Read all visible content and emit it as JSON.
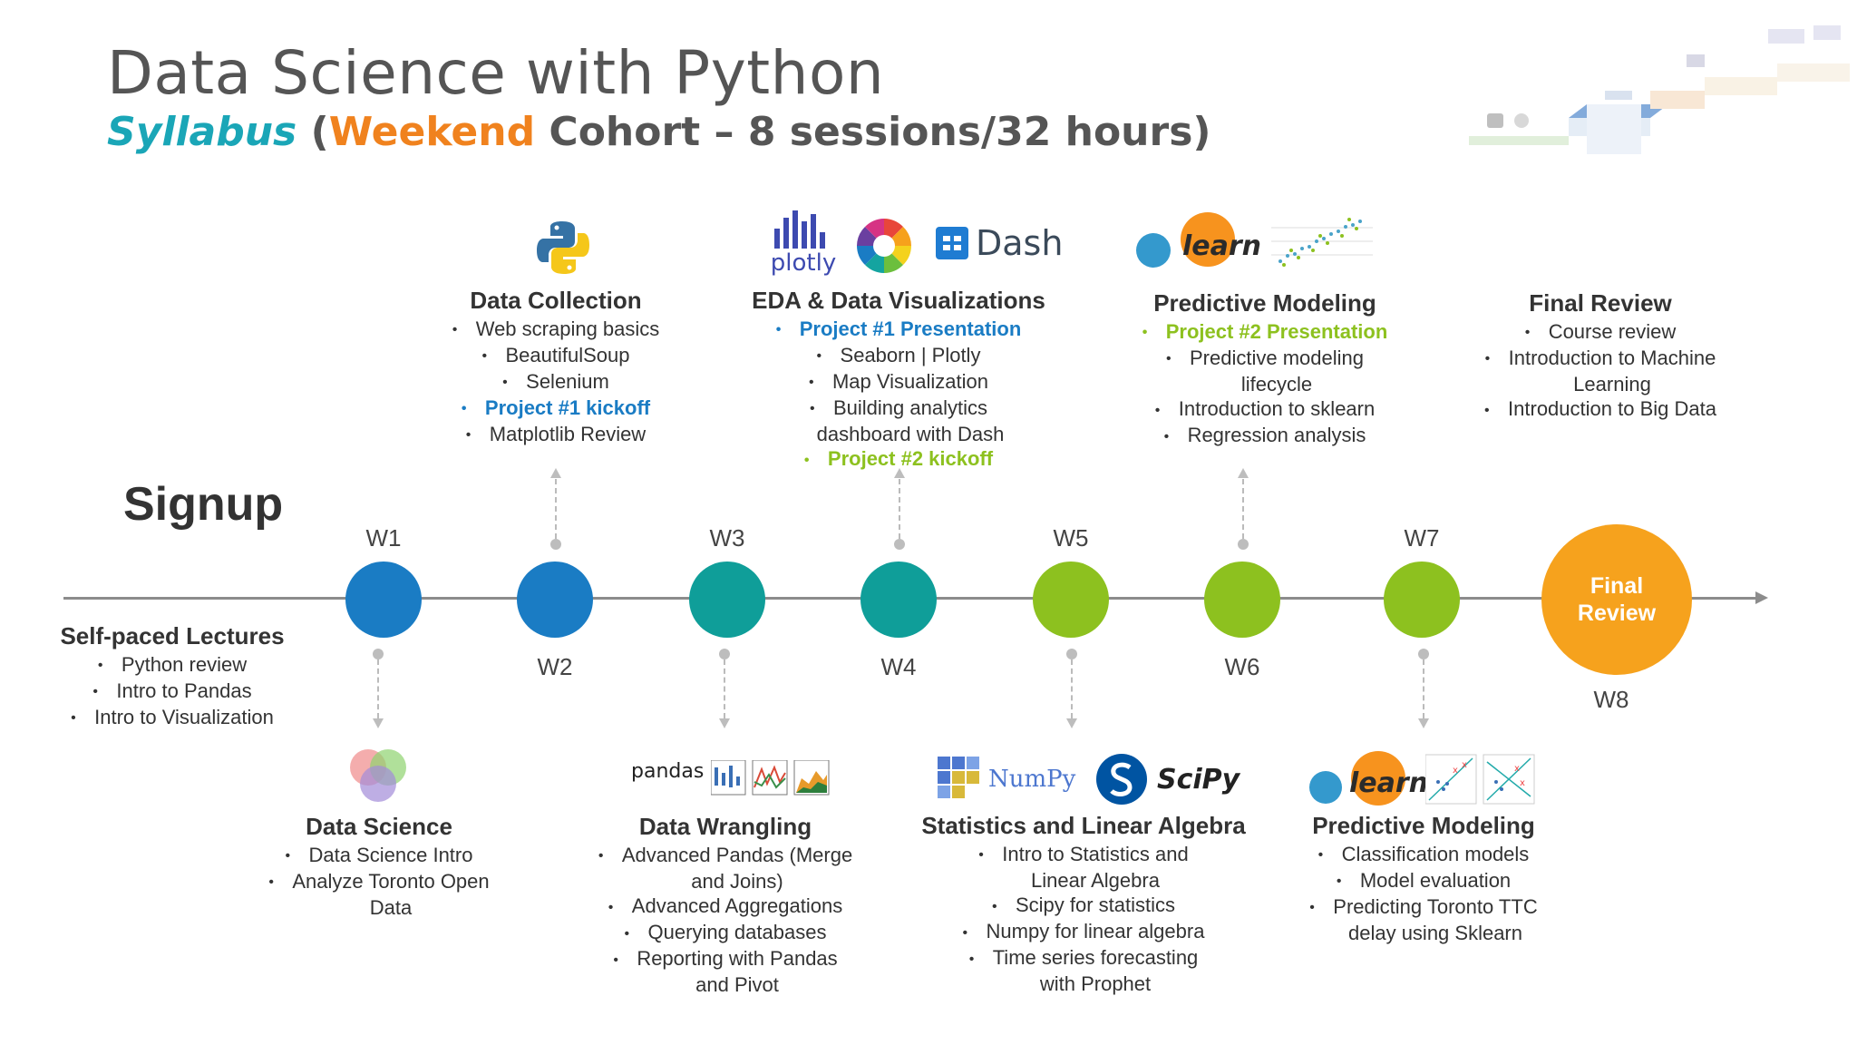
{
  "title": "Data Science with Python",
  "subtitle": {
    "syllabus": "Syllabus",
    "open": " (",
    "weekend": "Weekend",
    "rest": " Cohort – 8 sessions/32 hours)"
  },
  "signup": "Signup",
  "weeks": [
    "W1",
    "W2",
    "W3",
    "W4",
    "W5",
    "W6",
    "W7",
    "W8"
  ],
  "final_node": {
    "line1": "Final",
    "line2": "Review"
  },
  "colors": {
    "blue": "#1a7cc4",
    "teal": "#0f9e99",
    "green": "#8dc11f",
    "orange": "#f6a21d"
  },
  "icons": {
    "python": "python-logo",
    "plotly": "plotly",
    "dash": "Dash",
    "pandas": "pandas",
    "numpy": "NumPy",
    "scipy": "SciPy",
    "sklearn": "learn",
    "sklearn_small": "scikit"
  },
  "self_paced": {
    "title": "Self-paced Lectures",
    "items": [
      "Python review",
      "Intro to Pandas",
      "Intro to Visualization"
    ]
  },
  "top_blocks": {
    "data_collection": {
      "title": "Data Collection",
      "items": [
        "Web scraping basics",
        "BeautifulSoup",
        "Selenium",
        "Project #1 kickoff",
        "Matplotlib Review"
      ]
    },
    "eda": {
      "title": "EDA & Data Visualizations",
      "items": [
        "Project #1 Presentation",
        "Seaborn | Plotly",
        "Map Visualization",
        "Building analytics",
        "dashboard with Dash",
        "Project #2 kickoff"
      ]
    },
    "predictive_top": {
      "title": "Predictive Modeling",
      "items": [
        "Project #2 Presentation",
        "Predictive modeling",
        "lifecycle",
        "Introduction to sklearn",
        "Regression analysis"
      ]
    },
    "final_review": {
      "title": "Final Review",
      "items": [
        "Course review",
        "Introduction to Machine",
        "Learning",
        "Introduction to Big Data"
      ]
    }
  },
  "bottom_blocks": {
    "data_science": {
      "title": "Data Science",
      "items": [
        "Data Science Intro",
        "Analyze Toronto Open",
        "Data"
      ]
    },
    "data_wrangling": {
      "title": "Data Wrangling",
      "items": [
        "Advanced Pandas (Merge",
        "and Joins)",
        "Advanced Aggregations",
        "Querying databases",
        "Reporting with Pandas",
        "and Pivot"
      ]
    },
    "stats": {
      "title": "Statistics and Linear Algebra",
      "items": [
        "Intro to Statistics and",
        "Linear Algebra",
        "Scipy for statistics",
        "Numpy for linear algebra",
        "Time series forecasting",
        "with Prophet"
      ]
    },
    "predictive_bottom": {
      "title": "Predictive Modeling",
      "items": [
        "Classification models",
        "Model evaluation",
        "Predicting Toronto TTC",
        "delay using Sklearn"
      ]
    }
  }
}
